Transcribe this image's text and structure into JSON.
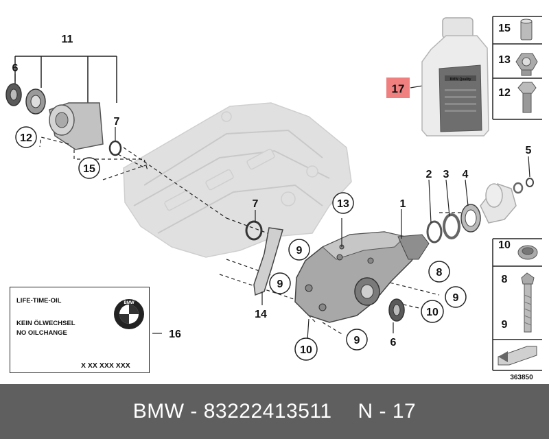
{
  "diagram": {
    "callouts": {
      "c1": "1",
      "c2": "2",
      "c3": "3",
      "c4": "4",
      "c5": "5",
      "c6a": "6",
      "c6b": "6",
      "c7a": "7",
      "c7b": "7",
      "c8": "8",
      "c9a": "9",
      "c9b": "9",
      "c9c": "9",
      "c9d": "9",
      "c10a": "10",
      "c10b": "10",
      "c11": "11",
      "c12": "12",
      "c13": "13",
      "c14": "14",
      "c15": "15",
      "c16": "16",
      "c17": "17"
    },
    "oil_bottle_label": "BMW Quality",
    "sidebar_top": {
      "r15": "15",
      "r13": "13",
      "r12": "12"
    },
    "sidebar_bottom": {
      "r10": "10",
      "r8": "8",
      "r9": "9"
    },
    "image_id": "363850",
    "label_box": {
      "line1": "LIFE-TIME-OIL",
      "line2": "KEIN ÖLWECHSEL",
      "line3": "NO OILCHANGE",
      "code": "X XX XXX XXX",
      "logo_text": "BMW"
    }
  },
  "footer": {
    "brand_part": "BMW - 83222413511",
    "position": "N - 17"
  },
  "colors": {
    "footer_bg": "#5f5f5f",
    "highlight_17": "#f08080",
    "ghost_part": "#d9d9d9"
  }
}
